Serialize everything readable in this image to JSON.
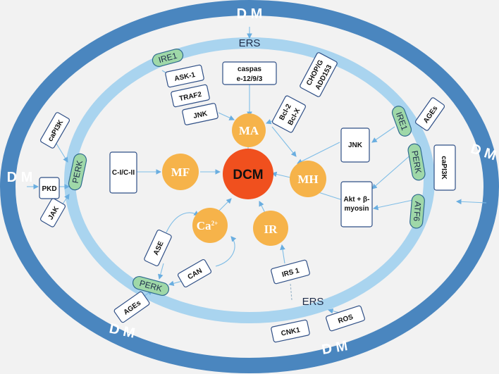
{
  "outer_ring": {
    "labels": [
      "D M",
      "D M",
      "D M",
      "D M",
      "D M"
    ]
  },
  "inner_ring": {
    "labels": [
      "ERS",
      "ERS"
    ]
  },
  "center": {
    "label": "DCM"
  },
  "circles": {
    "ma": "MA",
    "mf": "MF",
    "mh": "MH",
    "ca": "Ca",
    "ca_sup": "2+",
    "ir": "IR"
  },
  "top_boxes": {
    "ask1": "ASK-1",
    "traf2": "TRAF2",
    "jnk": "JNK",
    "caspase_line1": "caspas",
    "caspase_line2": "e-12/9/3",
    "chop_line1": "CHOP/G",
    "chop_line2": "ADD153",
    "bcl_line1": "Bcl-2",
    "bcl_line2": "Bcl-X"
  },
  "left_boxes": {
    "capi3k": "caPI3K",
    "pkd": "PKD",
    "jak": "JAK",
    "cicii": "C-I/C-II"
  },
  "right_boxes": {
    "ages": "AGEs",
    "capi3k": "caPI3K",
    "jnk": "JNK",
    "akt_line1": "Akt + β-",
    "akt_line2": "myosin"
  },
  "bottom_boxes": {
    "ase": "ASE",
    "can": "CAN",
    "ages": "AGEs",
    "irs1": "IRS 1",
    "cnk1": "CNK1",
    "ros": "ROS"
  },
  "green_tags": {
    "ire1_top": "IRE1",
    "perk_left": "PERK",
    "perk_bottom": "PERK",
    "ire1_right": "IRE1",
    "perk_right": "PERK",
    "atf6_right": "ATF6"
  },
  "colors": {
    "outer_ring": "#4a86bf",
    "inner_ring": "#a9d4ef",
    "circle": "#f6b34a",
    "center": "#f0501e",
    "tag": "#9fd8a8",
    "box_border": "#2f4f86"
  }
}
